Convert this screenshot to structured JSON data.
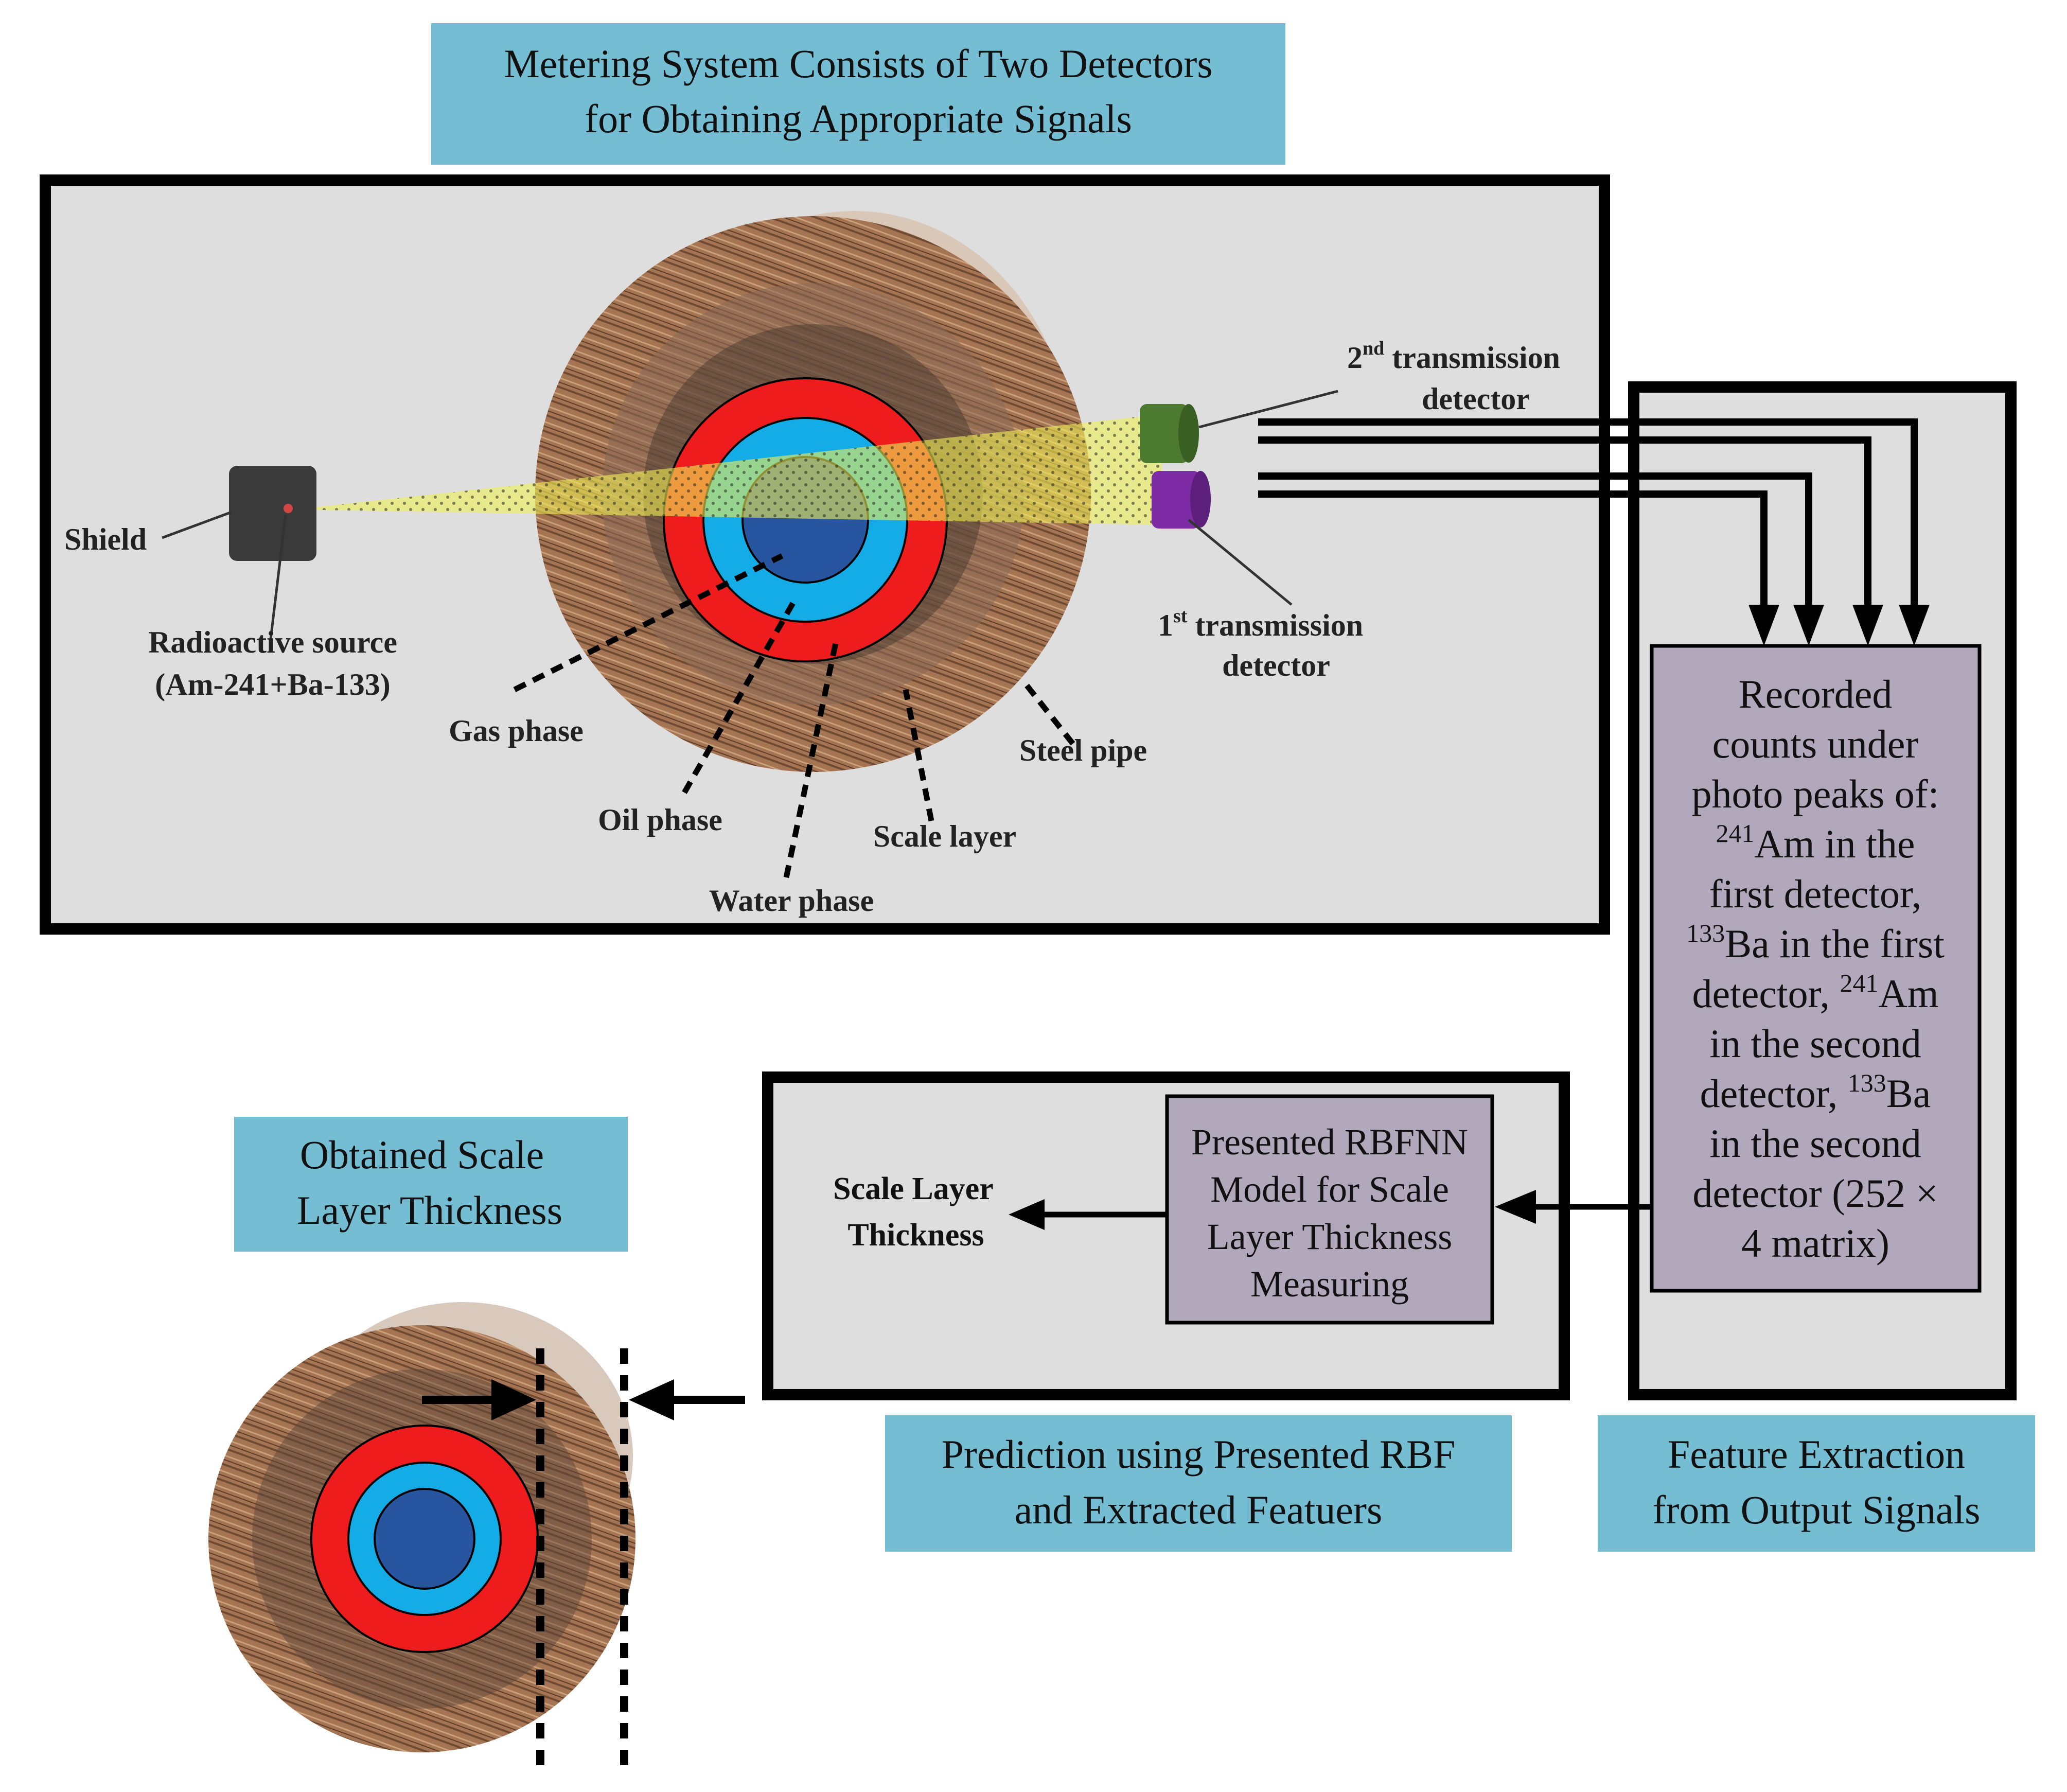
{
  "colors": {
    "caption_bg": "#74BDD2",
    "panel_bg": "#DEDEDE",
    "purple_box": "#B1A8BC",
    "steel": "#A57452",
    "scale_red": "#EE1C1C",
    "oil_blue": "#14ACE6",
    "gas_blue": "#28559F",
    "beam_yellow": "#EEEE66",
    "detector_green": "#4C7A2E",
    "detector_purple": "#7E2BA6",
    "shield_dark": "#3A3A3A"
  },
  "captions": {
    "metering": {
      "line1": "Metering System Consists of Two Detectors",
      "line2": "for Obtaining Appropriate Signals"
    },
    "obtained": {
      "line1": "Obtained Scale",
      "line2": "Layer Thickness"
    },
    "prediction": {
      "line1": "Prediction using Presented RBF",
      "line2": "and Extracted Featuers"
    },
    "feature": {
      "line1": "Feature Extraction",
      "line2": "from Output Signals"
    }
  },
  "labels": {
    "shield": "Shield",
    "source_line1": "Radioactive source",
    "source_line2": "(Am-241+Ba-133)",
    "gas_phase": "Gas phase",
    "oil_phase": "Oil phase",
    "water_phase": "Water phase",
    "scale_layer": "Scale layer",
    "steel_pipe": "Steel pipe",
    "det2_num": "2",
    "det2_sup": "nd",
    "det2_rest": " transmission",
    "det2_line2": "detector",
    "det1_num": "1",
    "det1_sup": "st",
    "det1_rest": " transmission",
    "det1_line2": "detector"
  },
  "recorded": {
    "l1": "Recorded",
    "l2": "counts under",
    "l3": "photo peaks of:",
    "l4_sup": "241",
    "l4": "Am in the",
    "l5": "first detector,",
    "l6_sup": "133",
    "l6": "Ba in the first",
    "l7a": "detector, ",
    "l7_sup": "241",
    "l7b": "Am",
    "l8": "in the second",
    "l9a": "detector, ",
    "l9_sup": "133",
    "l9b": "Ba",
    "l10": "in the second",
    "l11": "detector (252 ×",
    "l12": "4 matrix)"
  },
  "rbfnn": {
    "l1": "Presented RBFNN",
    "l2": "Model for Scale",
    "l3": "Layer Thickness",
    "l4": "Measuring"
  },
  "output": {
    "l1": "Scale Layer",
    "l2": "Thickness"
  }
}
